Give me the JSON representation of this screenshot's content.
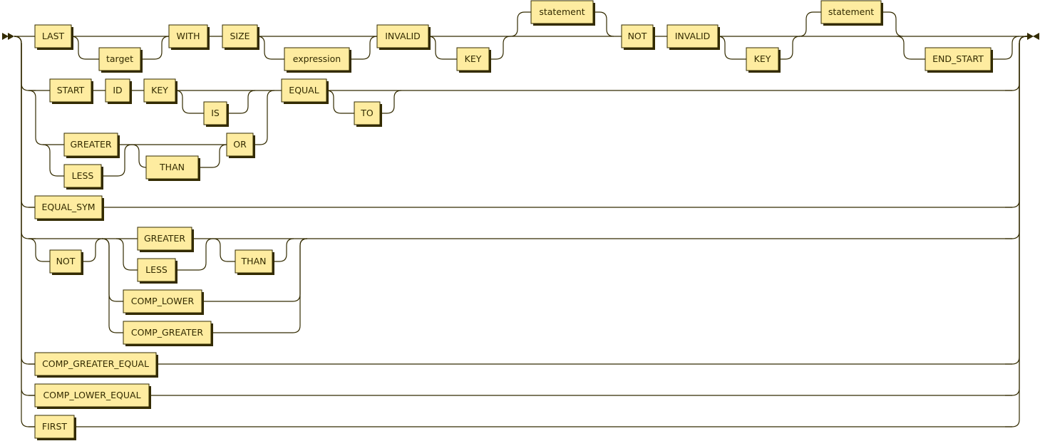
{
  "diagram": {
    "type": "railroad",
    "terminals": [
      "LAST",
      "target",
      "WITH",
      "SIZE",
      "expression",
      "INVALID",
      "KEY",
      "statement",
      "NOT",
      "INVALID",
      "KEY",
      "statement",
      "END_START",
      "START",
      "ID",
      "KEY",
      "IS",
      "EQUAL",
      "TO",
      "GREATER",
      "LESS",
      "THAN",
      "OR",
      "EQUAL_SYM",
      "NOT",
      "GREATER",
      "LESS",
      "THAN",
      "COMP_LOWER",
      "COMP_GREATER",
      "COMP_GREATER_EQUAL",
      "COMP_LOWER_EQUAL",
      "FIRST"
    ]
  },
  "colors": {
    "line": "#332B00",
    "box_fill": "#FEECA0"
  }
}
